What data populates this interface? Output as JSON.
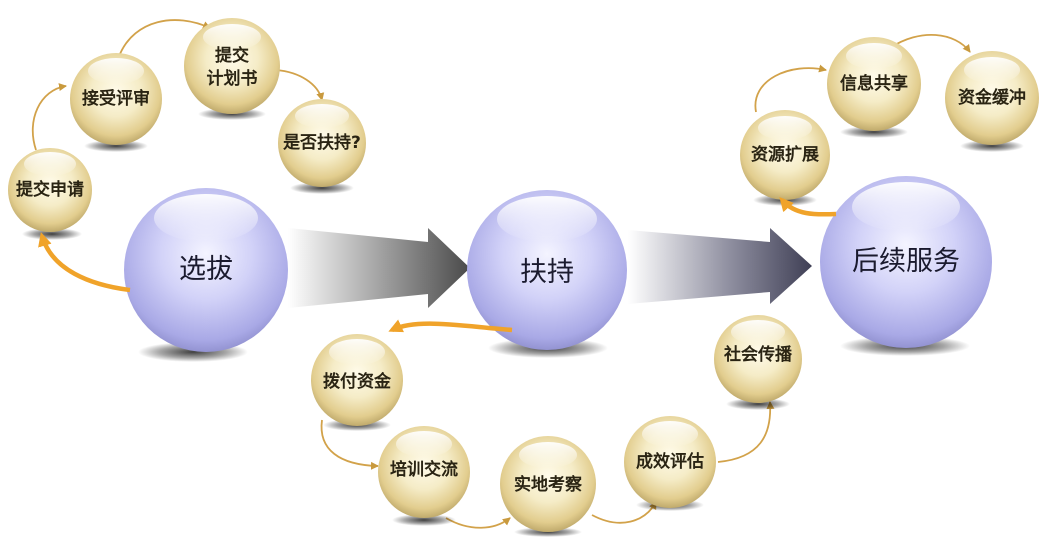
{
  "main": {
    "stage1": "选拔",
    "stage2": "扶持",
    "stage3": "后续服务"
  },
  "selection_steps": {
    "s1": "提交申请",
    "s2": "接受评审",
    "s3_line1": "提交",
    "s3_line2": "计划书",
    "s4": "是否扶持?"
  },
  "support_steps": {
    "p1": "拨付资金",
    "p2": "培训交流",
    "p3": "实地考察",
    "p4": "成效评估",
    "p5": "社会传播"
  },
  "followup_steps": {
    "f1": "资源扩展",
    "f2": "信息共享",
    "f3": "资金缓冲"
  },
  "colors": {
    "gold_sphere": "#e9d79e",
    "blue_sphere": "#b7b7f0",
    "orange_arrow": "#f0a32a",
    "thin_arrow": "#d2a24a",
    "grey_arrow": "#555555"
  }
}
